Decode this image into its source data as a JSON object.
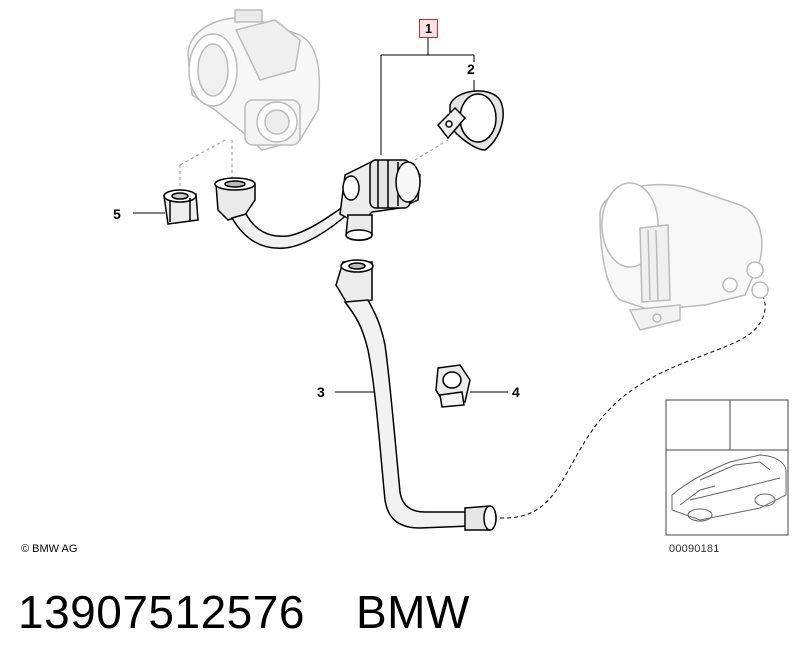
{
  "callouts": {
    "c1": "1",
    "c2": "2",
    "c3": "3",
    "c4": "4",
    "c5": "5"
  },
  "footer": {
    "copyright": "© BMW AG",
    "figure_id": "00090181"
  },
  "caption": {
    "part_number": "13907512576",
    "brand": "BMW"
  }
}
